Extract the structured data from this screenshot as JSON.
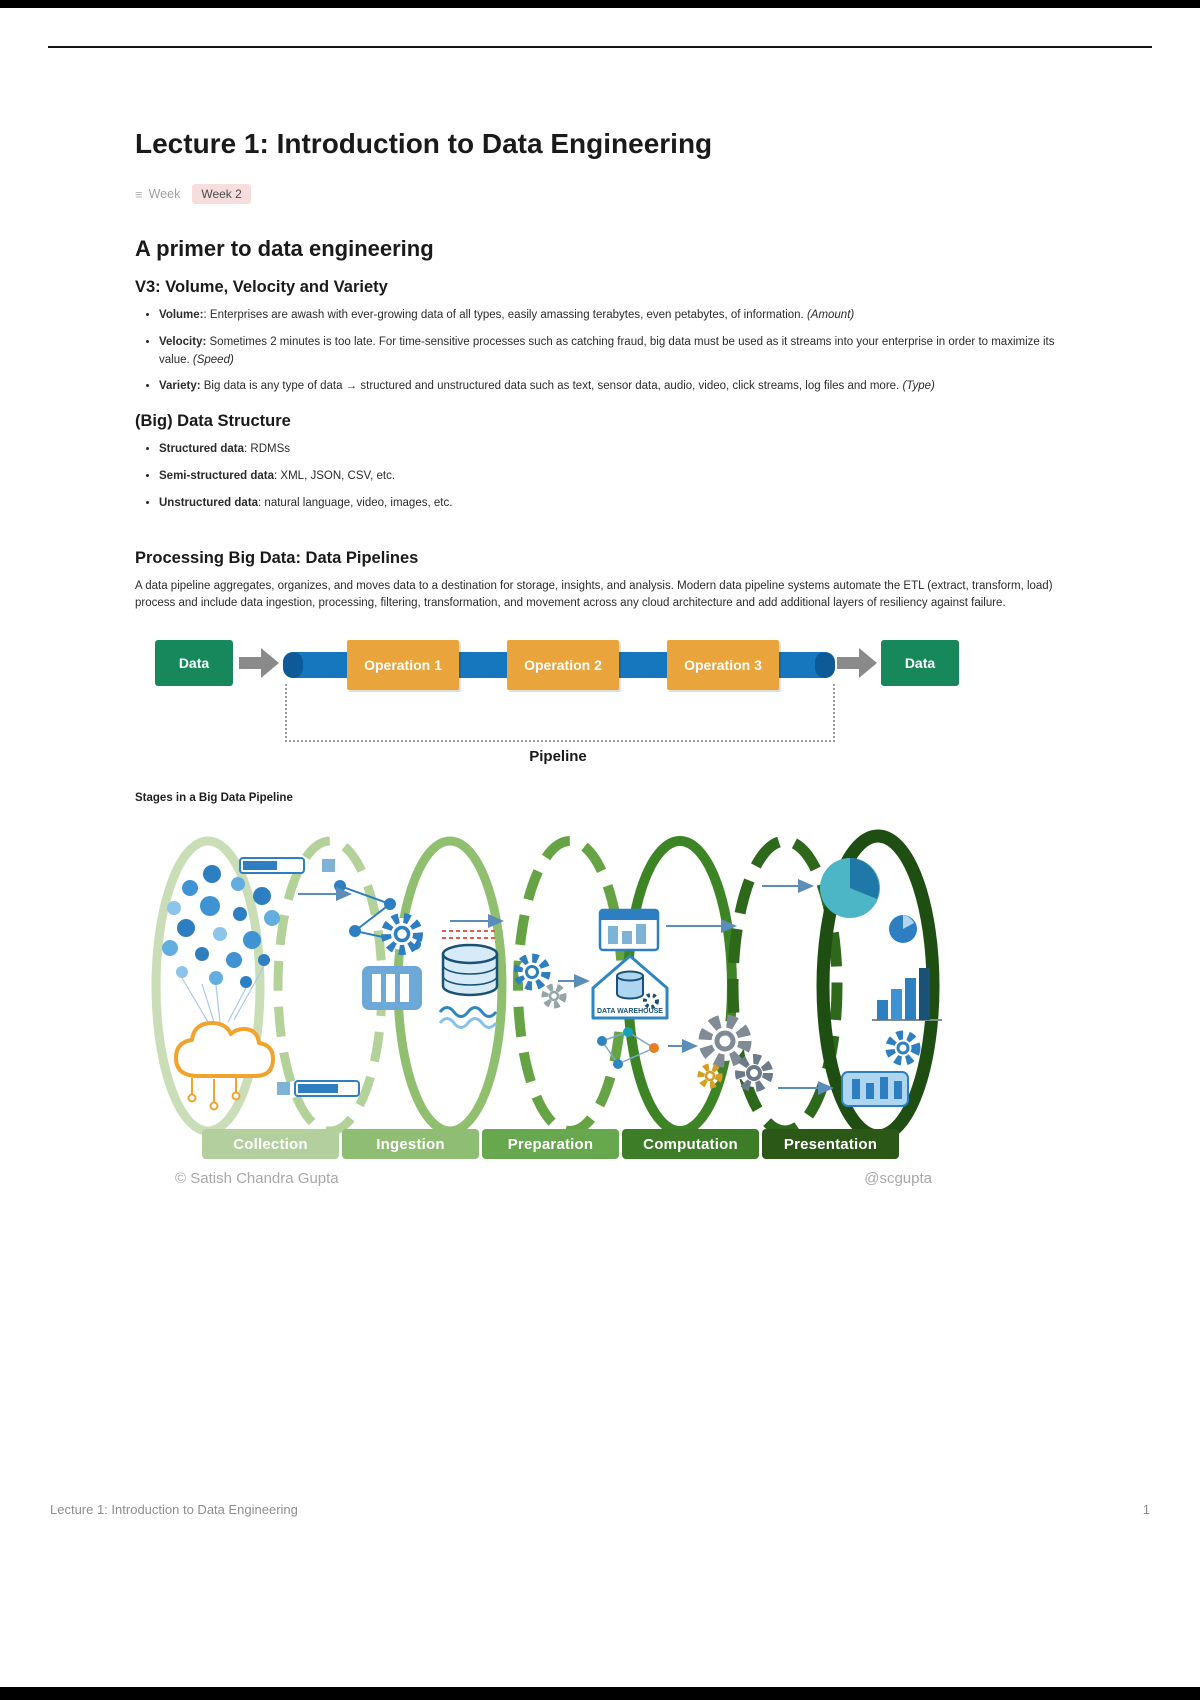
{
  "page": {
    "title": "Lecture 1: Introduction to Data Engineering",
    "footer_title": "Lecture 1: Introduction to Data Engineering",
    "page_number": "1"
  },
  "properties": {
    "week": {
      "icon": "≡",
      "name": "Week",
      "value": "Week 2",
      "badge_color": "#f6dede"
    }
  },
  "primer": {
    "heading": "A primer to data engineering"
  },
  "v3": {
    "heading": "V3: Volume, Velocity and Variety",
    "bullets": [
      {
        "lead": "Volume:",
        "body": ": Enterprises are awash with ever-growing data of all types, easily amassing terabytes, even petabytes, of information. ",
        "note": "(Amount)"
      },
      {
        "lead": "Velocity:",
        "body": " Sometimes 2 minutes is too late. For time-sensitive processes such as catching fraud, big data must be used as it streams into your enterprise in order to maximize its value. ",
        "note": "(Speed)"
      },
      {
        "lead": "Variety:",
        "body": " Big data is any type of data → structured and unstructured data such as text, sensor data, audio, video, click streams, log files and more. ",
        "note": "(Type)"
      }
    ]
  },
  "structure": {
    "heading": "(Big) Data Structure",
    "bullets": [
      {
        "lead": "Structured data",
        "body": ": RDMSs",
        "note": ""
      },
      {
        "lead": "Semi-structured data",
        "body": ": XML, JSON, CSV, etc.",
        "note": ""
      },
      {
        "lead": "Unstructured data",
        "body": ": natural language, video, images, etc.",
        "note": ""
      }
    ]
  },
  "pipelines": {
    "heading": "Processing Big Data: Data Pipelines",
    "paragraph": "A data pipeline aggregates, organizes, and moves data to a destination for storage, insights, and analysis. Modern data pipeline systems automate the ETL (extract, transform, load) process and include data ingestion, processing, filtering, transformation, and movement across any cloud architecture and add additional layers of resiliency against failure.",
    "diagram": {
      "source_label": "Data",
      "operations": [
        "Operation 1",
        "Operation 2",
        "Operation 3"
      ],
      "target_label": "Data",
      "bracket_label": "Pipeline",
      "colors": {
        "data_box": "#17885b",
        "operation_box": "#e9a43c",
        "pipe": "#1677be",
        "arrow": "#8a8a8a"
      }
    },
    "caption": "Stages in a Big Data Pipeline"
  },
  "tunnel": {
    "stages": [
      {
        "label": "Collection",
        "color": "#b3cf9e"
      },
      {
        "label": "Ingestion",
        "color": "#8fbd74"
      },
      {
        "label": "Preparation",
        "color": "#67a84e"
      },
      {
        "label": "Computation",
        "color": "#3d7d27"
      },
      {
        "label": "Presentation",
        "color": "#2b5717"
      }
    ],
    "warehouse_label": "DATA WAREHOUSE",
    "credit_left": "© Satish Chandra Gupta",
    "credit_right": "@scgupta"
  }
}
